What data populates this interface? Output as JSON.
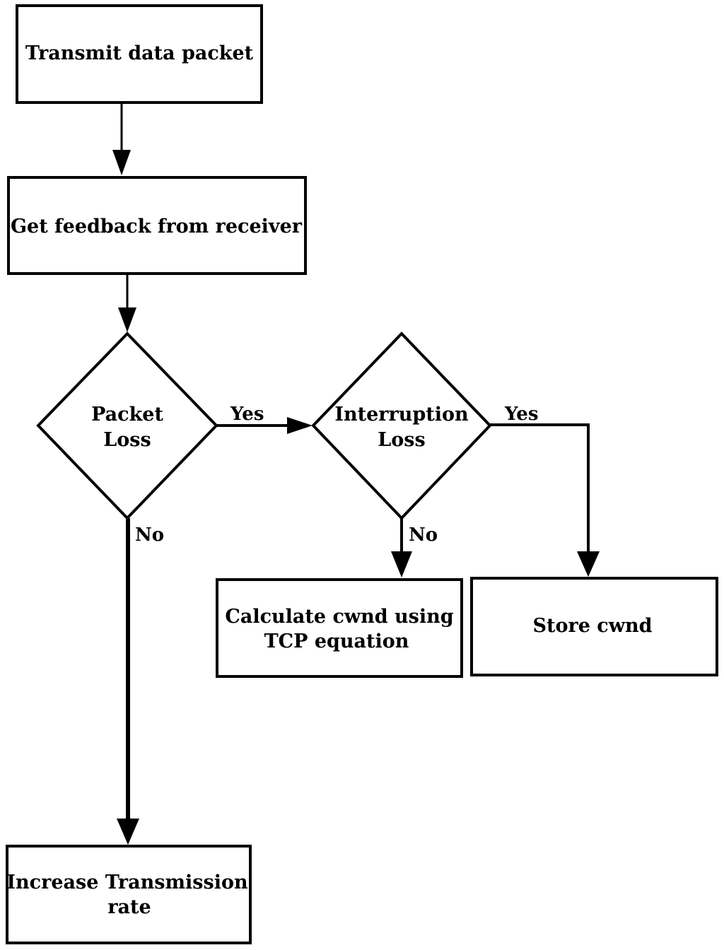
{
  "nodes": {
    "transmit": {
      "label": "Transmit data packet"
    },
    "feedback": {
      "label": "Get feedback from receiver"
    },
    "packet_loss": {
      "line1": "Packet",
      "line2": "Loss"
    },
    "interruption_loss": {
      "line1": "Interruption",
      "line2": "Loss"
    },
    "calculate": {
      "line1": "Calculate cwnd using",
      "line2": "TCP equation"
    },
    "store": {
      "label": "Store cwnd"
    },
    "increase": {
      "line1": "Increase Transmission",
      "line2": "rate"
    }
  },
  "edges": {
    "packet_loss_yes": "Yes",
    "packet_loss_no": "No",
    "interruption_yes": "Yes",
    "interruption_no": "No"
  }
}
